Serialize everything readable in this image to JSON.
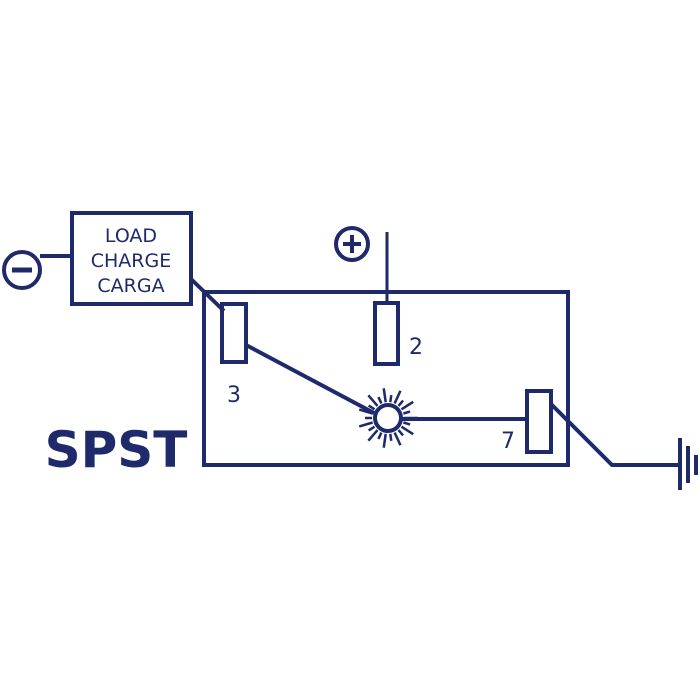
{
  "colors": {
    "ink": "#1f2a6b",
    "background": "#ffffff"
  },
  "load_box": {
    "lines": [
      "LOAD",
      "CHARGE",
      "CARGA"
    ]
  },
  "symbols": {
    "negative": "−",
    "positive": "+"
  },
  "terminals": {
    "t3": "3",
    "t2": "2",
    "t7": "7"
  },
  "switch_type": "SPST",
  "icons": {
    "negative_terminal": "minus-circle-icon",
    "positive_terminal": "plus-circle-icon",
    "lamp": "lamp-glow-icon",
    "ground": "ground-icon"
  }
}
